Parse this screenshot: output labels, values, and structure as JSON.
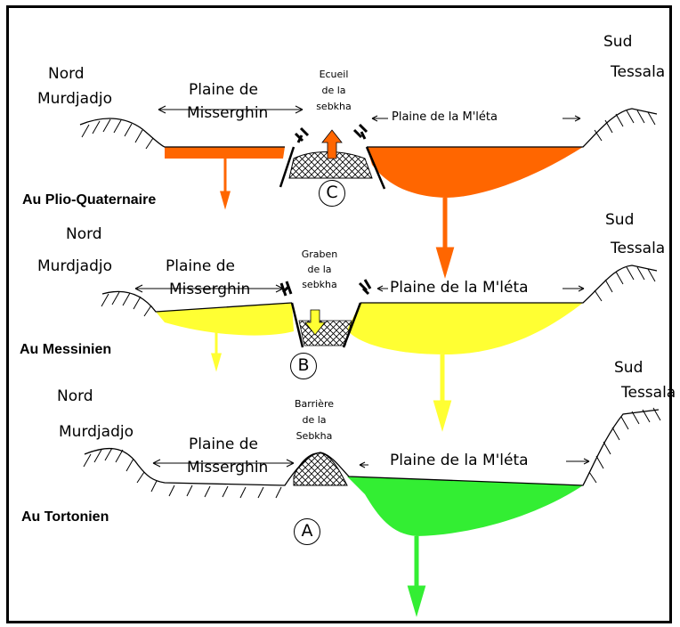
{
  "colors": {
    "plio_quaternaire": "#ff6600",
    "messinien": "#ffff33",
    "tortonien": "#33ee33",
    "outline": "#000000"
  },
  "panels": {
    "c": {
      "period": "Au Plio-Quaternaire",
      "marker": "C",
      "north_direction": "Nord",
      "north_name": "Murdjadjo",
      "south_direction": "Sud",
      "south_name": "Tessala",
      "plain_west_line1": "Plaine de",
      "plain_west_line2": "Misserghin",
      "central_line1": "Ecueil",
      "central_line2": "de la",
      "central_line3": "sebkha",
      "plain_east": "Plaine de la M'léta"
    },
    "b": {
      "period": "Au Messinien",
      "marker": "B",
      "north_direction": "Nord",
      "north_name": "Murdjadjo",
      "south_direction": "Sud",
      "south_name": "Tessala",
      "plain_west_line1": "Plaine de",
      "plain_west_line2": "Misserghin",
      "central_line1": "Graben",
      "central_line2": "de la",
      "central_line3": "sebkha",
      "plain_east": "Plaine de la M'léta"
    },
    "a": {
      "period": "Au Tortonien",
      "marker": "A",
      "north_direction": "Nord",
      "north_name": "Murdjadjo",
      "south_direction": "Sud",
      "south_name": "Tessala",
      "plain_west_line1": "Plaine de",
      "plain_west_line2": "Misserghin",
      "central_line1": "Barrière",
      "central_line2": "de la",
      "central_line3": "Sebkha",
      "plain_east": "Plaine de la M'léta"
    }
  }
}
